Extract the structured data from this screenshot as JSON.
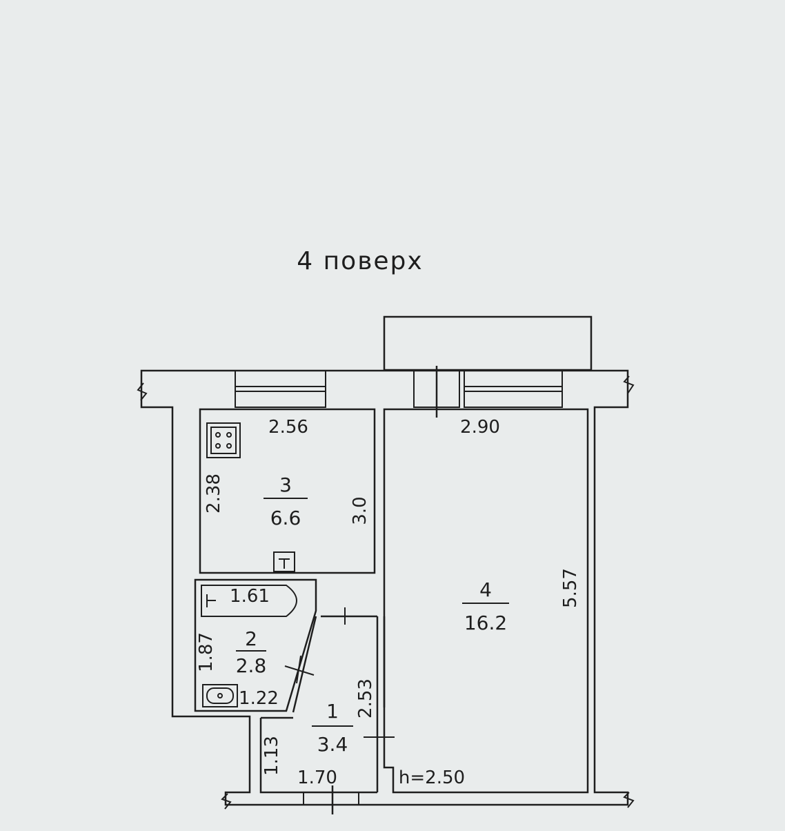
{
  "floor_label": "4 поверх",
  "ceiling_height": "h=2.50",
  "rooms": [
    {
      "id": "3",
      "area": "6.6"
    },
    {
      "id": "4",
      "area": "16.2"
    },
    {
      "id": "2",
      "area": "2.8"
    },
    {
      "id": "1",
      "area": "3.4"
    }
  ],
  "dimensions": {
    "kitchen_width": "2.56",
    "kitchen_length": "3.0",
    "kitchen_side": "2.38",
    "room_width": "2.90",
    "room_length": "5.57",
    "bath_tub": "1.61",
    "bath_side": "1.87",
    "bath_toilet": "1.22",
    "hall_length": "2.53",
    "hall_side": "1.13",
    "hall_width": "1.70"
  },
  "colors": {
    "paper": "#e9ecec",
    "ink": "#1e1e1e"
  }
}
